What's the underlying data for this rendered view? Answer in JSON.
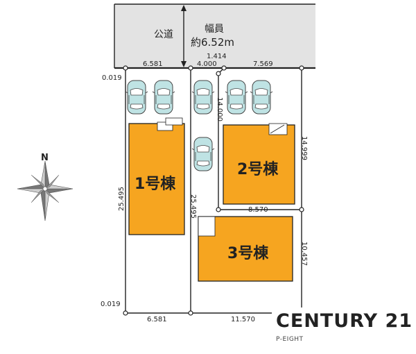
{
  "road": {
    "label": "公道",
    "width_label": "幅員",
    "width_value": "約6.52m"
  },
  "dimensions": {
    "top_left_width": "6.581",
    "top_mid_width": "4.000",
    "top_small": "1.414",
    "top_right_width": "7.569",
    "corner_top_left": "0.019",
    "corner_bottom_left": "0.019",
    "left_depth": "25.495",
    "mid_depth": "25.495",
    "driveway_depth": "14.000",
    "right_upper_depth": "14.999",
    "lot2_bottom_width": "8.570",
    "right_lower_depth": "10.457",
    "bottom_left_width": "6.581",
    "bottom_right_width": "11.570"
  },
  "buildings": {
    "b1": "1号棟",
    "b2": "2号棟",
    "b3": "3号棟"
  },
  "compass": {
    "north": "N"
  },
  "logo": {
    "main": "CENTURY 21",
    "sub": "P-EIGHT"
  },
  "colors": {
    "building": "#f6a520",
    "road": "#e3e3e3",
    "car": "#bfe3e4",
    "line": "#222222"
  }
}
